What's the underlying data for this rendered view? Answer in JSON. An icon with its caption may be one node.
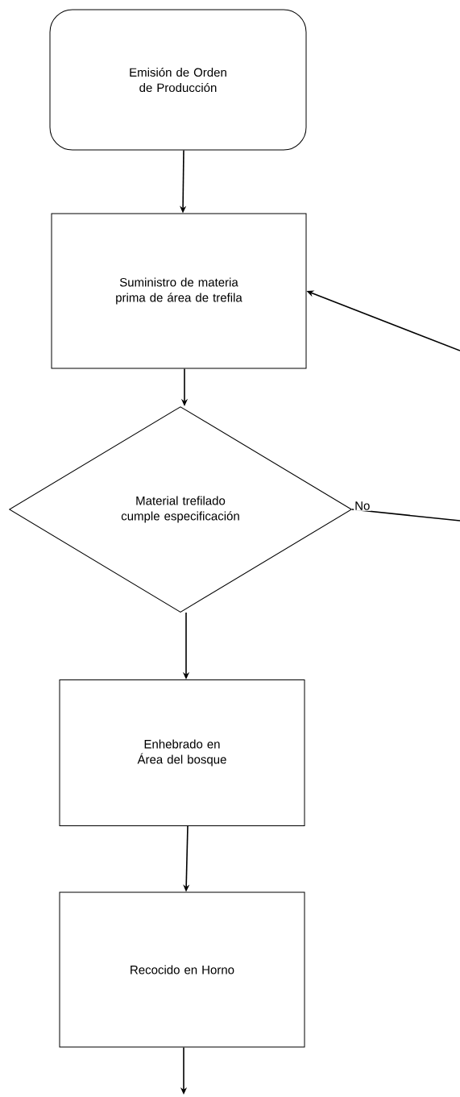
{
  "diagram": {
    "nodes": [
      {
        "text": [
          "Emisión de Orden de Producción"
        ]
      },
      {
        "text": [
          "Suministro de materia prima de área de trefila"
        ]
      },
      {
        "text": [
          "Material trefilado cumple especificación"
        ]
      },
      {
        "text": [
          "Enhebrado en Área del bosque"
        ]
      },
      {
        "text": [
          "Recocido en Horno"
        ]
      }
    ],
    "edges": [
      {
        "from": 0,
        "to": 1,
        "arrow": "to"
      },
      {
        "from": 1,
        "to": 2,
        "arrow": "to"
      },
      {
        "from": 2,
        "to": 3,
        "arrow": "to"
      },
      {
        "from": 3,
        "to": 4,
        "arrow": "to"
      },
      {
        "from": 4,
        "to": null,
        "arrow": "to"
      },
      {
        "from": 2,
        "to": null,
        "arrow": "none",
        "label": "No"
      },
      {
        "from": null,
        "to": 1,
        "arrow": "to"
      }
    ]
  }
}
